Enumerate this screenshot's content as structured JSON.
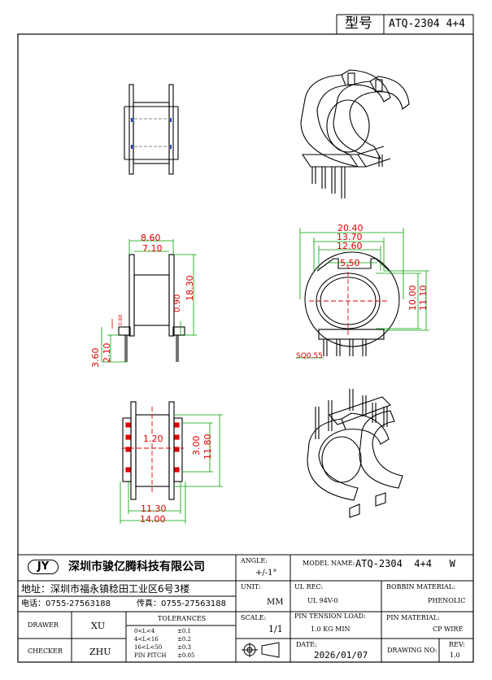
{
  "header": {
    "model_label": "型号",
    "model_value": "ATQ-2304 4+4"
  },
  "company": {
    "logo": "JY",
    "name": "深圳市骏亿腾科技有限公司",
    "address": "地址：深圳市福永镇稔田工业区6号3楼",
    "phone": "电话：0755-27563188",
    "fax": "传真：0755-27563188"
  },
  "title_block": {
    "angle_label": "ANGLE:",
    "angle_value": "+/-1°",
    "model_name_label": "MODEL NAME:",
    "model_name_value": "ATQ-2304  4+4   W",
    "unit_label": "UNIT:",
    "unit_value": "MM",
    "ul_rec_label": "UL REC:",
    "ul_rec_value": "UL 94V-0",
    "bobbin_material_label": "BOBBIN MATERIAL:",
    "bobbin_material_value": "PHENOLIC",
    "drawer_label": "DRAWER",
    "drawer_value": "XU",
    "tolerances_label": "TOLERANCES",
    "tolerances": [
      {
        "range": "0<L<4",
        "value": "±0.1"
      },
      {
        "range": "4<L<16",
        "value": "±0.2"
      },
      {
        "range": "16<L<50",
        "value": "±0.3"
      },
      {
        "range": "PIN PITCH",
        "value": "±0.05"
      }
    ],
    "scale_label": "SCALE:",
    "scale_value": "1/1",
    "pin_tension_label": "PIN TENSION LOAD:",
    "pin_tension_value": "1.0 KG MIN",
    "pin_material_label": "PIN MATERIAL:",
    "pin_material_value": "CP WIRE",
    "checker_label": "CHECKER",
    "checker_value": "ZHU",
    "date_label": "DATE:",
    "date_value": "2026/01/07",
    "drawing_no_label": "DRAWING NO:",
    "rev_label": "REV:",
    "rev_value": "1.0"
  },
  "dimensions": {
    "side_top_width": "8.60",
    "side_inner_width": "7.10",
    "side_height": "18.30",
    "side_flange_gap": "0.90",
    "side_pin_length": "3.60",
    "side_pin_stub": "2.10",
    "side_small_label": "0.80",
    "front_width": "20.40",
    "front_mid_width": "13.70",
    "front_inner_width": "12.60",
    "front_slot_width": "5.50",
    "front_inner_height": "10.00",
    "front_outer_height": "11.10",
    "front_pin_section": "SQ0.55",
    "bottom_center_gap": "1.20",
    "bottom_pin_row": "3.00",
    "bottom_length": "11.80",
    "bottom_pin_span": "11.30",
    "bottom_width": "14.00"
  }
}
